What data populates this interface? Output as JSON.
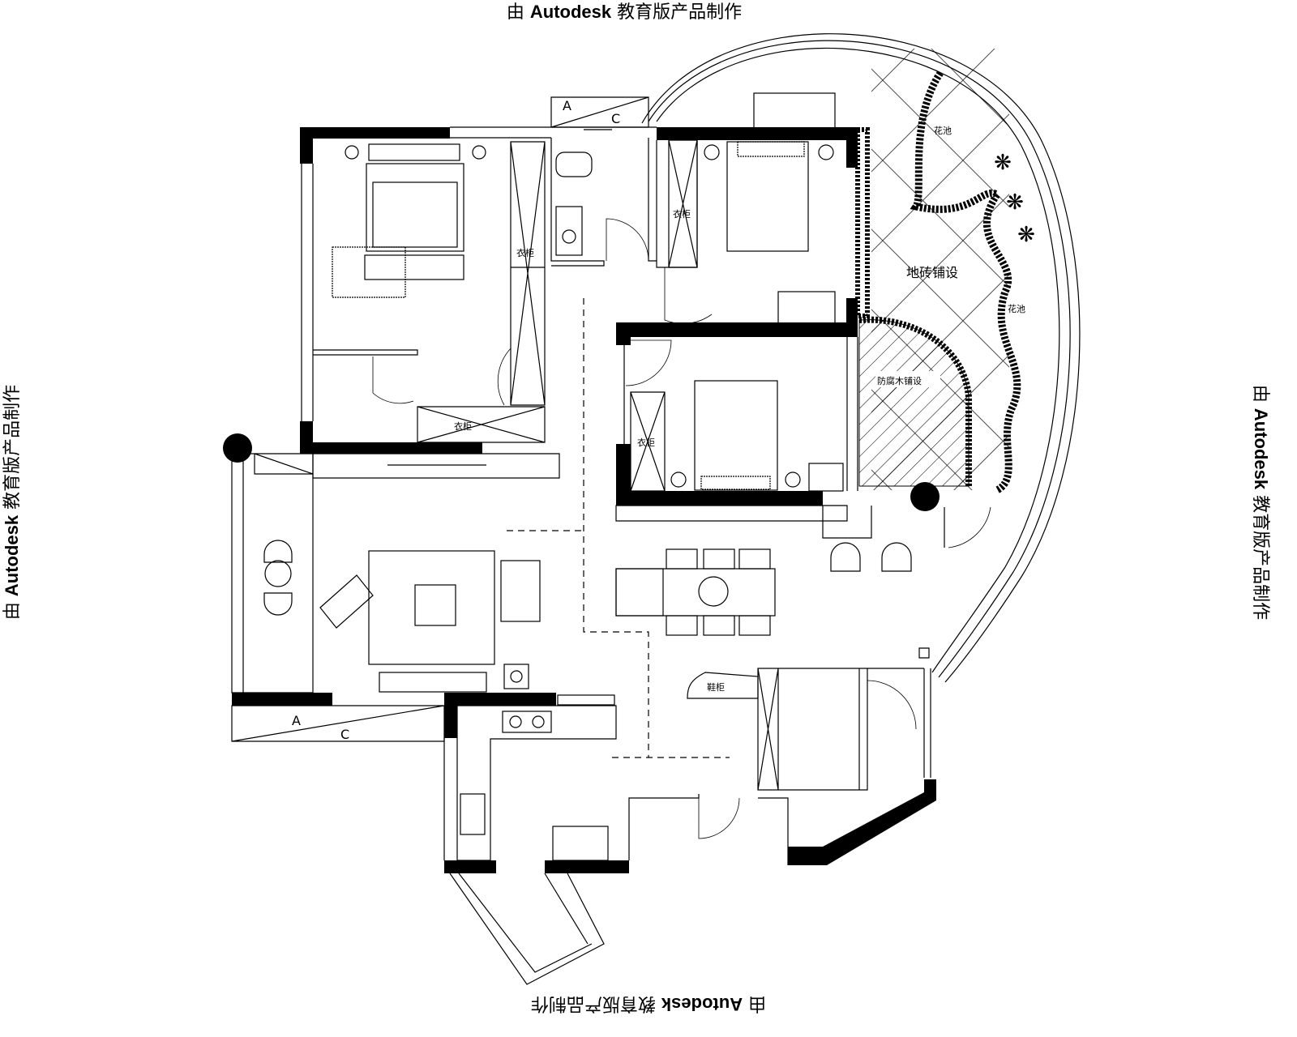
{
  "watermark": {
    "prefix": "由 ",
    "brand": "Autodesk",
    "suffix": " 教育版产品制作"
  },
  "labels": {
    "tile_paving": "地砖铺设",
    "wood_decking": "防腐木铺设",
    "flower_bed_1": "花池",
    "flower_bed_2": "花池",
    "wardrobe": "衣柜",
    "wardrobe_2": "衣柜",
    "wardrobe_3": "衣柜",
    "wardrobe_4": "衣柜",
    "shoe_cabinet": "鞋柜",
    "balcony_a": "A",
    "balcony_c": "C",
    "top_a": "A",
    "top_c": "C"
  }
}
